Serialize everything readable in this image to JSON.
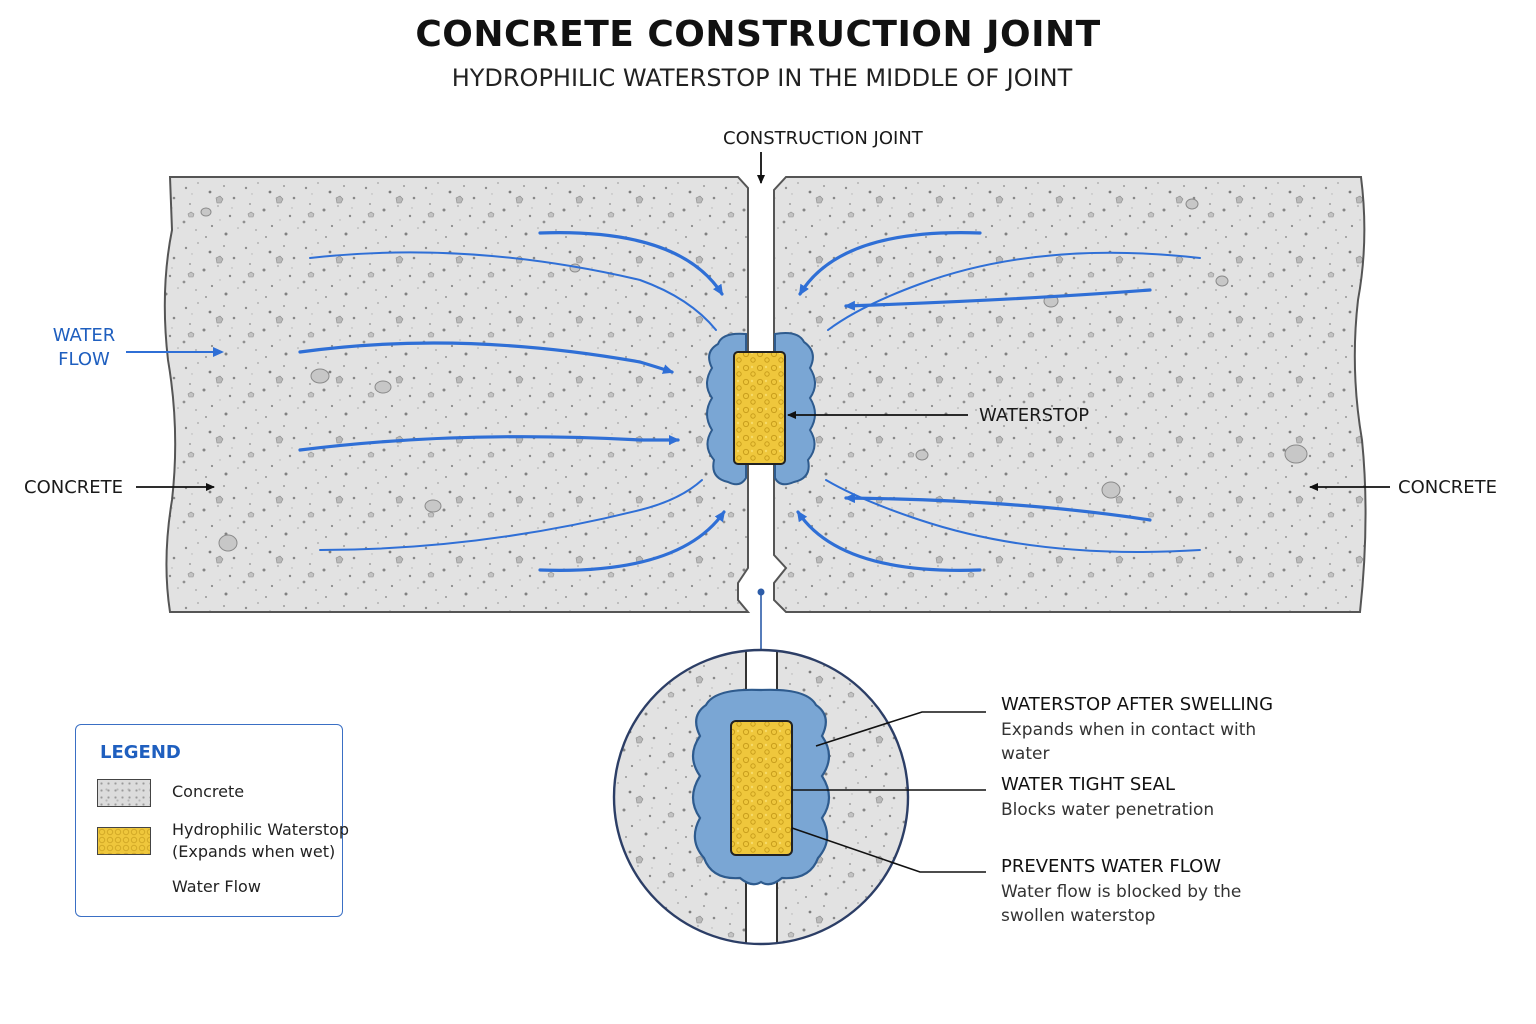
{
  "title": "CONCRETE CONSTRUCTION JOINT",
  "subtitle": "HYDROPHILIC WATERSTOP IN THE MIDDLE OF JOINT",
  "labels": {
    "construction_joint": "CONSTRUCTION JOINT",
    "water_flow_line1": "WATER",
    "water_flow_line2": "FLOW",
    "waterstop": "WATERSTOP",
    "concrete_left": "CONCRETE",
    "concrete_right": "CONCRETE"
  },
  "callouts": [
    {
      "title": "WATERSTOP AFTER SWELLING",
      "desc": "Expands when in contact with water"
    },
    {
      "title": "WATER TIGHT SEAL",
      "desc": "Blocks water penetration"
    },
    {
      "title": "PREVENTS WATER FLOW",
      "desc": "Water flow is blocked by the swollen waterstop"
    }
  ],
  "legend": {
    "title": "LEGEND",
    "items": [
      {
        "label": "Concrete"
      },
      {
        "label": "Hydrophilic Waterstop",
        "label2": "(Expands when wet)"
      },
      {
        "label": "Water Flow"
      }
    ]
  },
  "colors": {
    "water_flow": "#2f6fd6",
    "concrete": "#dedede",
    "waterstop_core": "#efc73c",
    "swelling": "#7aa6d4"
  }
}
